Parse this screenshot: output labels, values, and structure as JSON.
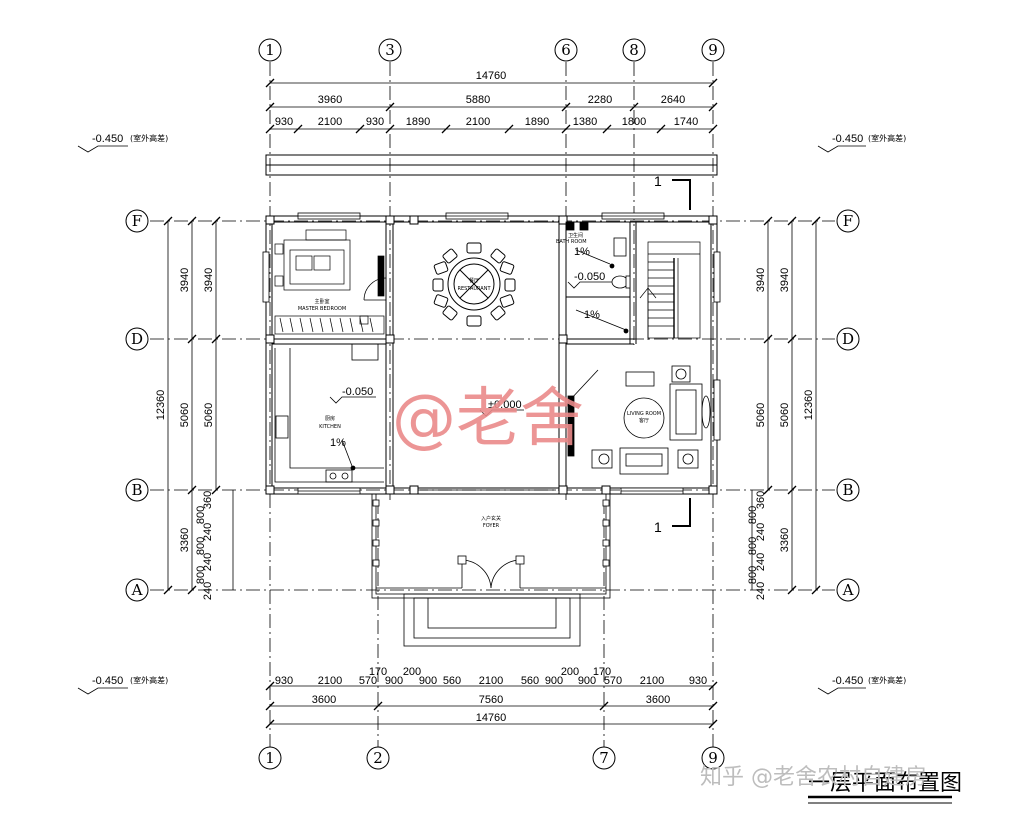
{
  "axes": {
    "top": [
      "1",
      "3",
      "6",
      "8",
      "9"
    ],
    "bottom": [
      "1",
      "2",
      "7",
      "9"
    ],
    "left": [
      "F",
      "D",
      "B",
      "A"
    ],
    "right": [
      "F",
      "D",
      "B",
      "A"
    ]
  },
  "top_dims": {
    "total": "14760",
    "row2": [
      "3960",
      "5880",
      "2280",
      "2640"
    ],
    "row3": [
      "930",
      "2100",
      "930",
      "1890",
      "2100",
      "1890",
      "1380",
      "1800",
      "1740"
    ]
  },
  "bottom_dims": {
    "small": [
      "170",
      "200",
      "200",
      "170"
    ],
    "row1": [
      "930",
      "2100",
      "570",
      "900",
      "900",
      "560",
      "2100",
      "560",
      "900",
      "900",
      "570",
      "2100",
      "930"
    ],
    "row2": [
      "3600",
      "7560",
      "3600"
    ],
    "total": "14760"
  },
  "side_dims": {
    "total": "12360",
    "row2": [
      "3940",
      "5060",
      "3360"
    ],
    "row3": [
      "3940",
      "5060"
    ],
    "stack": [
      "360",
      "800",
      "240",
      "800",
      "240",
      "800",
      "240"
    ]
  },
  "levels": {
    "outside": "-0.450",
    "outside_note": "(室外高差)",
    "floor": "±0.000",
    "wet": "-0.050",
    "slope": "1%"
  },
  "rooms": {
    "bedroom_cn": "主卧室",
    "bedroom_en": "MASTER BEDROOM",
    "dining_cn": "餐厅",
    "dining_en": "RESTAURANT",
    "bath_cn": "卫生间",
    "bath_en": "BATH ROOM",
    "kitchen_cn": "厨房",
    "kitchen_en": "KITCHEN",
    "living_en": "LIVING ROOM",
    "living_cn": "客厅",
    "foyer_cn": "入户玄关",
    "foyer_en": "FOYER"
  },
  "section": "1",
  "watermark": "@老舍",
  "brand": "知乎 @老舍农村自建房",
  "title": "一层平面布置图"
}
